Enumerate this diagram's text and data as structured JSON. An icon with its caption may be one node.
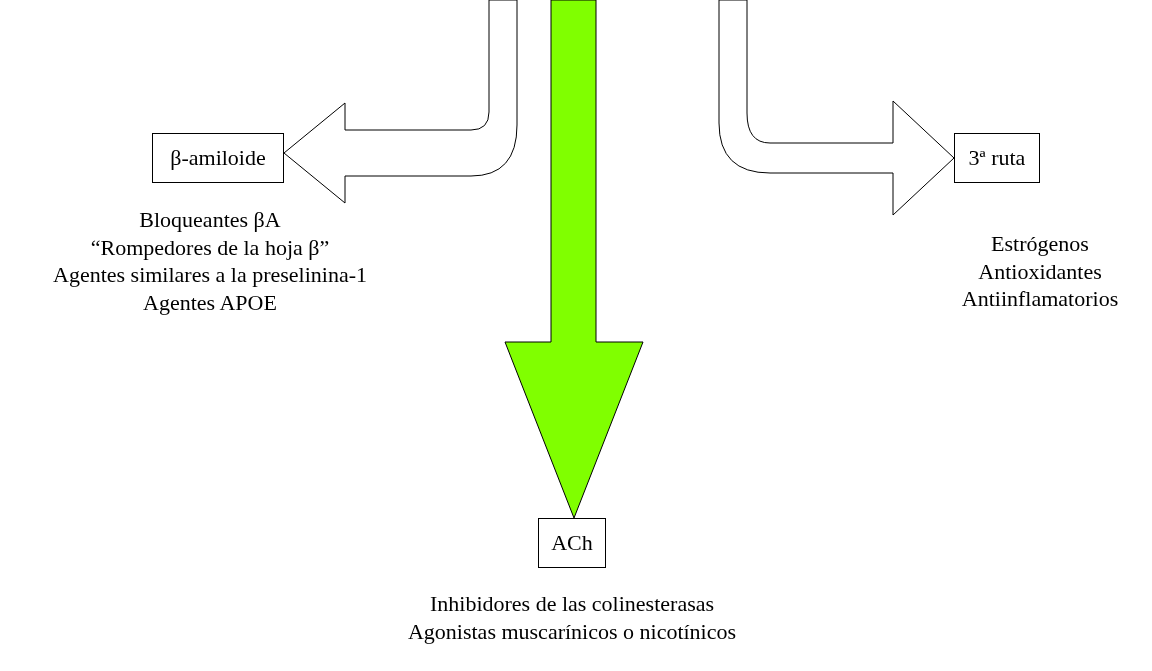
{
  "diagram": {
    "nodes": [
      {
        "text": [
          "β-amiloide"
        ],
        "beside": [
          "Bloqueantes βA",
          "“Rompedores de la hoja β”",
          "Agentes similares a la preselinina-1",
          "Agentes APOE"
        ]
      },
      {
        "text": [
          "3ª ruta"
        ],
        "beside": [
          "Estrógenos",
          "Antioxidantes",
          "Antiinflamatorios"
        ]
      },
      {
        "text": [
          "ACh"
        ],
        "beside": [
          "Inhibidores de las colinesterasas",
          "Agonistas muscarínicos o nicotínicos"
        ]
      }
    ],
    "edges": [
      {
        "from": null,
        "to": 0,
        "arrow": "to",
        "style": "thick"
      },
      {
        "from": null,
        "to": 2,
        "arrow": "to",
        "style": "thick",
        "color": "#80ff00"
      },
      {
        "from": null,
        "to": 1,
        "arrow": "to",
        "style": "thick"
      }
    ]
  }
}
